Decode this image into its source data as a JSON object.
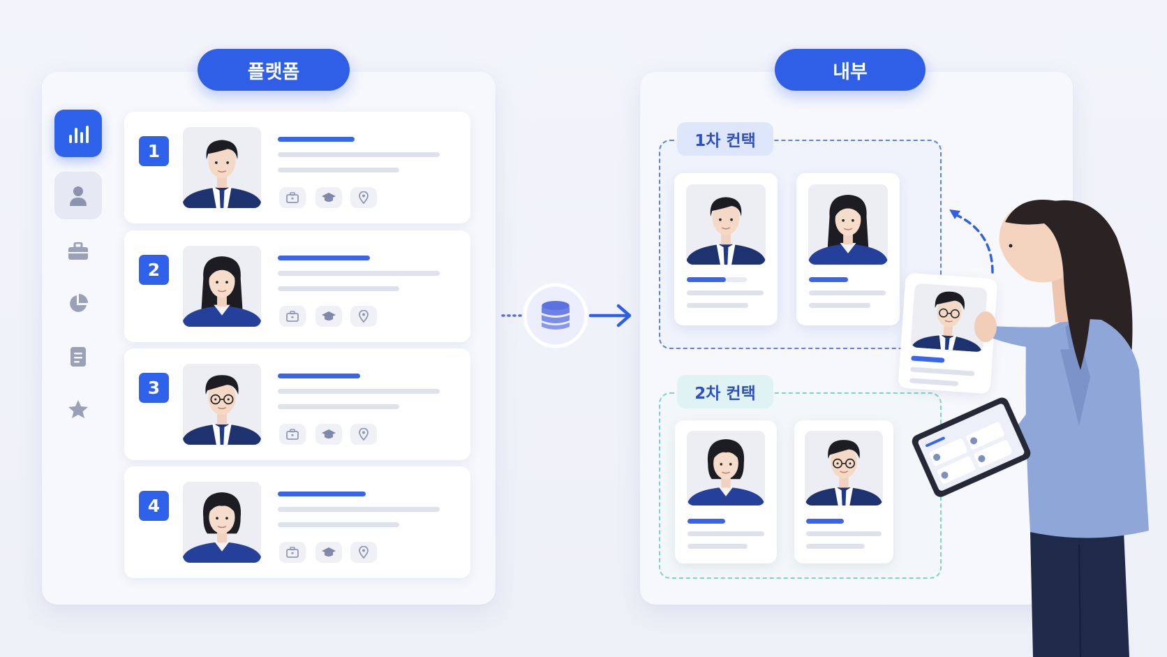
{
  "platform": {
    "label": "플랫폼",
    "sidebar_icons": [
      "bar-chart-icon",
      "user-icon",
      "briefcase-icon",
      "pie-chart-icon",
      "document-icon",
      "star-icon"
    ],
    "rows": [
      {
        "number": "1",
        "person": "male-short-hair"
      },
      {
        "number": "2",
        "person": "female-long-hair"
      },
      {
        "number": "3",
        "person": "male-glasses"
      },
      {
        "number": "4",
        "person": "female-bob"
      }
    ],
    "row_icons": [
      "briefcase-icon",
      "graduation-cap-icon",
      "location-pin-icon"
    ]
  },
  "connector": {
    "icon": "database-icon"
  },
  "internal": {
    "label": "내부",
    "contexts": [
      {
        "label": "1차 컨택",
        "profiles": [
          "male-short-hair",
          "female-long-hair"
        ]
      },
      {
        "label": "2차 컨택",
        "profiles": [
          "female-bob",
          "male-glasses"
        ]
      }
    ]
  },
  "colors": {
    "accent": "#2f5fe6",
    "first_context": "#5b7fe4",
    "second_context": "#7dd3c7",
    "background": "#f1f3fa"
  }
}
